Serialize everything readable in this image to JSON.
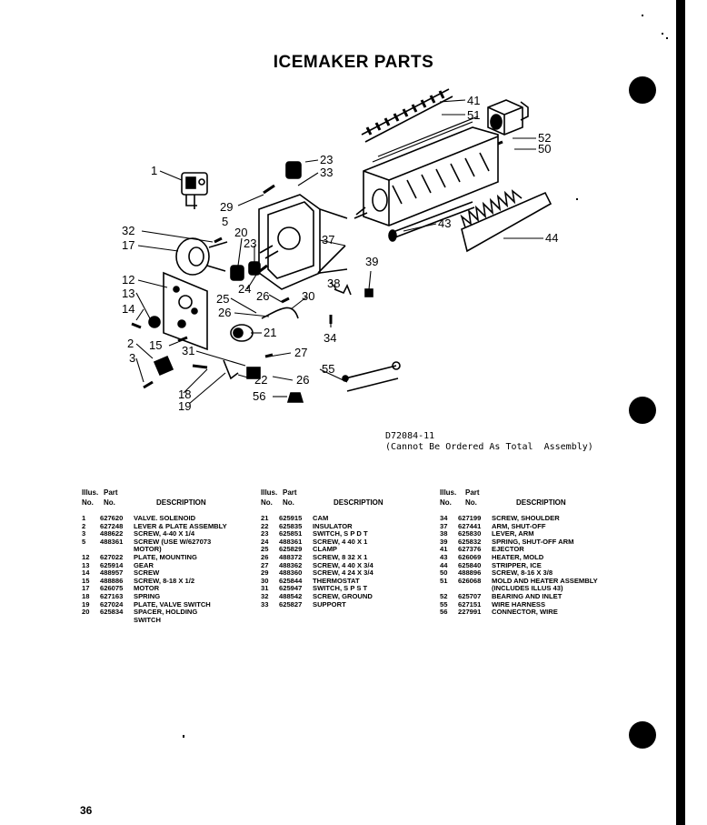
{
  "page": {
    "title": "ICEMAKER PARTS",
    "diagram_code": "D72084-11",
    "diagram_note": "(Cannot Be Ordered As Total  Assembly)",
    "page_number": "36"
  },
  "callouts": [
    "1",
    "41",
    "51",
    "52",
    "50",
    "23",
    "33",
    "29",
    "5",
    "32",
    "17",
    "20",
    "23",
    "37",
    "43",
    "44",
    "12",
    "13",
    "14",
    "2",
    "3",
    "15",
    "24",
    "25",
    "26",
    "26",
    "30",
    "38",
    "39",
    "21",
    "34",
    "31",
    "27",
    "55",
    "22",
    "26",
    "18",
    "19",
    "56"
  ],
  "table": {
    "header": {
      "illus": "Illus.",
      "no": "No.",
      "part": "Part",
      "part_no": "No.",
      "description": "DESCRIPTION"
    },
    "columns": [
      [
        {
          "no": "1",
          "part": "627620",
          "desc": "VALVE. SOLENOID"
        },
        {
          "no": "2",
          "part": "627248",
          "desc": "LEVER & PLATE ASSEMBLY"
        },
        {
          "no": "3",
          "part": "488622",
          "desc": "SCREW, 4-40 x 1/4"
        },
        {
          "no": "5",
          "part": "488361",
          "desc": "SCREW (USE W/627073"
        },
        {
          "no": "",
          "part": "",
          "desc": "MOTOR)"
        },
        {
          "no": "12",
          "part": "627022",
          "desc": "PLATE, MOUNTING"
        },
        {
          "no": "13",
          "part": "625914",
          "desc": "GEAR"
        },
        {
          "no": "14",
          "part": "488957",
          "desc": "SCREW"
        },
        {
          "no": "15",
          "part": "488886",
          "desc": "SCREW, 8-18 x 1/2"
        },
        {
          "no": "17",
          "part": "626075",
          "desc": "MOTOR"
        },
        {
          "no": "18",
          "part": "627163",
          "desc": "SPRING"
        },
        {
          "no": "19",
          "part": "627024",
          "desc": "PLATE, VALVE SWITCH"
        },
        {
          "no": "20",
          "part": "625834",
          "desc": "SPACER, HOLDING"
        },
        {
          "no": "",
          "part": "",
          "desc": "SWITCH"
        }
      ],
      [
        {
          "no": "21",
          "part": "625915",
          "desc": "CAM"
        },
        {
          "no": "22",
          "part": "625835",
          "desc": "INSULATOR"
        },
        {
          "no": "23",
          "part": "625851",
          "desc": "SWITCH, S P D T"
        },
        {
          "no": "24",
          "part": "488361",
          "desc": "SCREW, 4 40 x 1"
        },
        {
          "no": "25",
          "part": "625829",
          "desc": "CLAMP"
        },
        {
          "no": "26",
          "part": "488372",
          "desc": "SCREW, 8 32 x 1"
        },
        {
          "no": "27",
          "part": "488362",
          "desc": "SCREW, 4 40 x 3/4"
        },
        {
          "no": "29",
          "part": "488360",
          "desc": "SCREW, 4 24 x 3/4"
        },
        {
          "no": "30",
          "part": "625844",
          "desc": "THERMOSTAT"
        },
        {
          "no": "31",
          "part": "625947",
          "desc": "SWITCH, S P S T"
        },
        {
          "no": "32",
          "part": "488542",
          "desc": "SCREW, GROUND"
        },
        {
          "no": "33",
          "part": "625827",
          "desc": "SUPPORT"
        }
      ],
      [
        {
          "no": "34",
          "part": "627199",
          "desc": "SCREW, SHOULDER"
        },
        {
          "no": "37",
          "part": "627441",
          "desc": "ARM, SHUT-OFF"
        },
        {
          "no": "38",
          "part": "625830",
          "desc": "LEVER, ARM"
        },
        {
          "no": "39",
          "part": "625832",
          "desc": "SPRING, SHUT-OFF ARM"
        },
        {
          "no": "41",
          "part": "627376",
          "desc": "EJECTOR"
        },
        {
          "no": "43",
          "part": "626069",
          "desc": "HEATER, MOLD"
        },
        {
          "no": "44",
          "part": "625840",
          "desc": "STRIPPER, ICE"
        },
        {
          "no": "50",
          "part": "488896",
          "desc": "SCREW, 8-16 x 3/8"
        },
        {
          "no": "51",
          "part": "626068",
          "desc": "MOLD AND HEATER ASSEMBLY"
        },
        {
          "no": "",
          "part": "",
          "desc": "(INCLUDES ILLUS 43)"
        },
        {
          "no": "52",
          "part": "625707",
          "desc": "BEARING AND INLET"
        },
        {
          "no": "55",
          "part": "627151",
          "desc": "WIRE HARNESS"
        },
        {
          "no": "56",
          "part": "227991",
          "desc": "CONNECTOR, WIRE"
        }
      ]
    ]
  }
}
